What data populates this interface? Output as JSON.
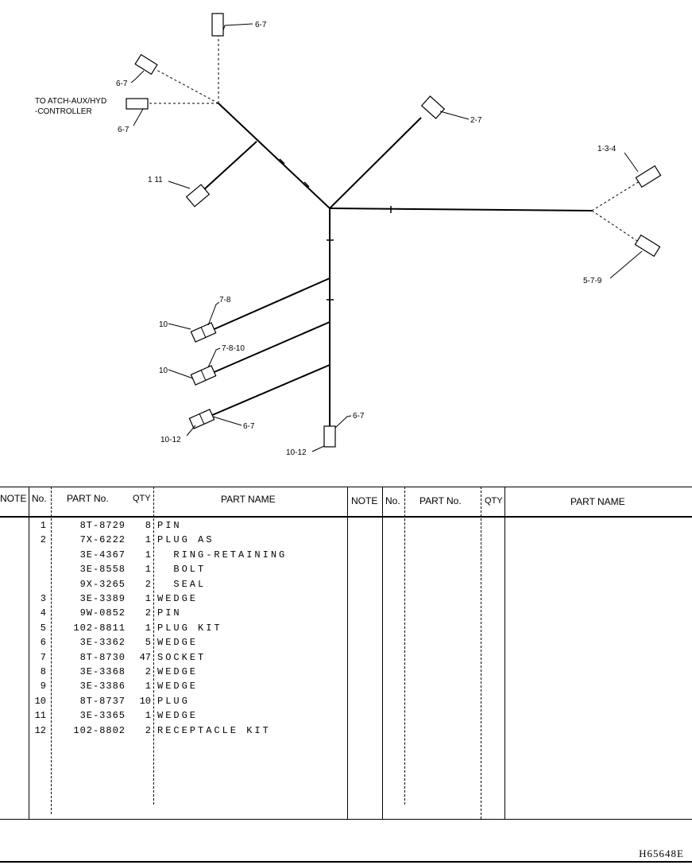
{
  "diagram": {
    "callouts": {
      "top": "6-7",
      "upper_left_a": "6-7",
      "controller_text_1": "TO ATCH-AUX/HYD",
      "controller_text_2": "-CONTROLLER",
      "upper_left_b": "6-7",
      "upper_right": "2-7",
      "left_mid": "1 11",
      "right_upper": "1-3-4",
      "right_lower": "5-7-9",
      "plug1_a": "7-8",
      "plug1_b": "10",
      "plug2_a": "7-8-10",
      "plug2_b": "10",
      "plug3_a": "6-7",
      "plug3_b": "10-12",
      "bottom_a": "6-7",
      "bottom_b": "10-12"
    }
  },
  "table": {
    "headers": {
      "note": "NOTE",
      "no": "No.",
      "part_no": "PART No.",
      "qty": "QTY",
      "part_name": "PART NAME"
    },
    "rows": [
      {
        "no": "1",
        "part_no": "8T-8729",
        "qty": "8",
        "name": "PIN"
      },
      {
        "no": "2",
        "part_no": "7X-6222",
        "qty": "1",
        "name": "PLUG AS"
      },
      {
        "no": "",
        "part_no": "3E-4367",
        "qty": "1",
        "name": "  RING-RETAINING"
      },
      {
        "no": "",
        "part_no": "3E-8558",
        "qty": "1",
        "name": "  BOLT"
      },
      {
        "no": "",
        "part_no": "9X-3265",
        "qty": "2",
        "name": "  SEAL"
      },
      {
        "no": "3",
        "part_no": "3E-3389",
        "qty": "1",
        "name": "WEDGE"
      },
      {
        "no": "4",
        "part_no": "9W-0852",
        "qty": "2",
        "name": "PIN"
      },
      {
        "no": "5",
        "part_no": "102-8811",
        "qty": "1",
        "name": "PLUG KIT"
      },
      {
        "no": "6",
        "part_no": "3E-3362",
        "qty": "5",
        "name": "WEDGE"
      },
      {
        "no": "7",
        "part_no": "8T-8730",
        "qty": "47",
        "name": "SOCKET"
      },
      {
        "no": "8",
        "part_no": "3E-3368",
        "qty": "2",
        "name": "WEDGE"
      },
      {
        "no": "9",
        "part_no": "3E-3386",
        "qty": "1",
        "name": "WEDGE"
      },
      {
        "no": "10",
        "part_no": "8T-8737",
        "qty": "10",
        "name": "PLUG"
      },
      {
        "no": "11",
        "part_no": "3E-3365",
        "qty": "1",
        "name": "WEDGE"
      },
      {
        "no": "12",
        "part_no": "102-8802",
        "qty": "2",
        "name": "RECEPTACLE KIT"
      }
    ]
  },
  "figure_id": "H65648E"
}
